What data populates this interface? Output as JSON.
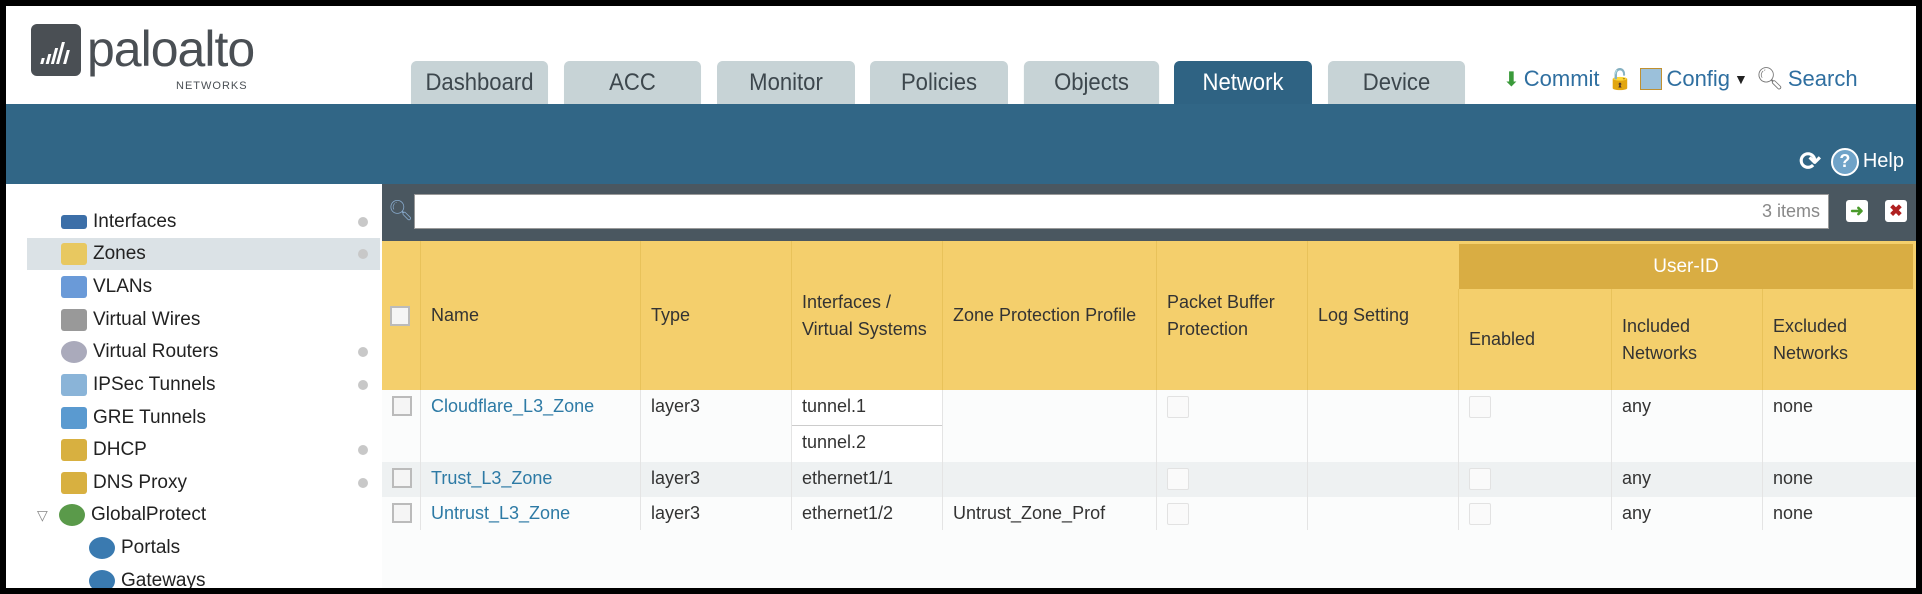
{
  "logo": {
    "text": "paloalto",
    "sub": "NETWORKS"
  },
  "tabs": [
    {
      "label": "Dashboard"
    },
    {
      "label": "ACC"
    },
    {
      "label": "Monitor"
    },
    {
      "label": "Policies"
    },
    {
      "label": "Objects"
    },
    {
      "label": "Network",
      "active": true
    },
    {
      "label": "Device"
    }
  ],
  "toolbar": {
    "commit": "Commit",
    "config": "Config",
    "search": "Search",
    "help": "Help"
  },
  "sidebar": {
    "items": [
      {
        "label": "Interfaces",
        "icon": "interfaces-icon"
      },
      {
        "label": "Zones",
        "icon": "zones-icon",
        "selected": true
      },
      {
        "label": "VLANs",
        "icon": "vlans-icon"
      },
      {
        "label": "Virtual Wires",
        "icon": "virtual-wires-icon"
      },
      {
        "label": "Virtual Routers",
        "icon": "virtual-routers-icon"
      },
      {
        "label": "IPSec Tunnels",
        "icon": "ipsec-icon"
      },
      {
        "label": "GRE Tunnels",
        "icon": "gre-icon"
      },
      {
        "label": "DHCP",
        "icon": "dhcp-icon"
      },
      {
        "label": "DNS Proxy",
        "icon": "dns-icon"
      },
      {
        "label": "GlobalProtect",
        "icon": "globalprotect-icon"
      },
      {
        "label": "Portals",
        "icon": "portals-icon"
      },
      {
        "label": "Gateways",
        "icon": "gateways-icon"
      }
    ]
  },
  "search": {
    "value": "",
    "count": "3 items"
  },
  "table": {
    "group_header": "User-ID",
    "columns": [
      "Name",
      "Type",
      "Interfaces / Virtual Systems",
      "Zone Protection Profile",
      "Packet Buffer Protection",
      "Log Setting",
      "Enabled",
      "Included Networks",
      "Excluded Networks"
    ],
    "rows": [
      {
        "name": "Cloudflare_L3_Zone",
        "type": "layer3",
        "interfaces": [
          "tunnel.1",
          "tunnel.2"
        ],
        "zpp": "",
        "log": "",
        "included": "any",
        "excluded": "none"
      },
      {
        "name": "Trust_L3_Zone",
        "type": "layer3",
        "interfaces": [
          "ethernet1/1"
        ],
        "zpp": "",
        "log": "",
        "included": "any",
        "excluded": "none"
      },
      {
        "name": "Untrust_L3_Zone",
        "type": "layer3",
        "interfaces": [
          "ethernet1/2"
        ],
        "zpp": "Untrust_Zone_Prof",
        "log": "",
        "included": "any",
        "excluded": "none"
      }
    ]
  },
  "colors": {
    "brand_blue": "#316686",
    "header_yellow": "#f4cf6c",
    "group_gold": "#d9ad43",
    "link": "#2d7aa5"
  }
}
